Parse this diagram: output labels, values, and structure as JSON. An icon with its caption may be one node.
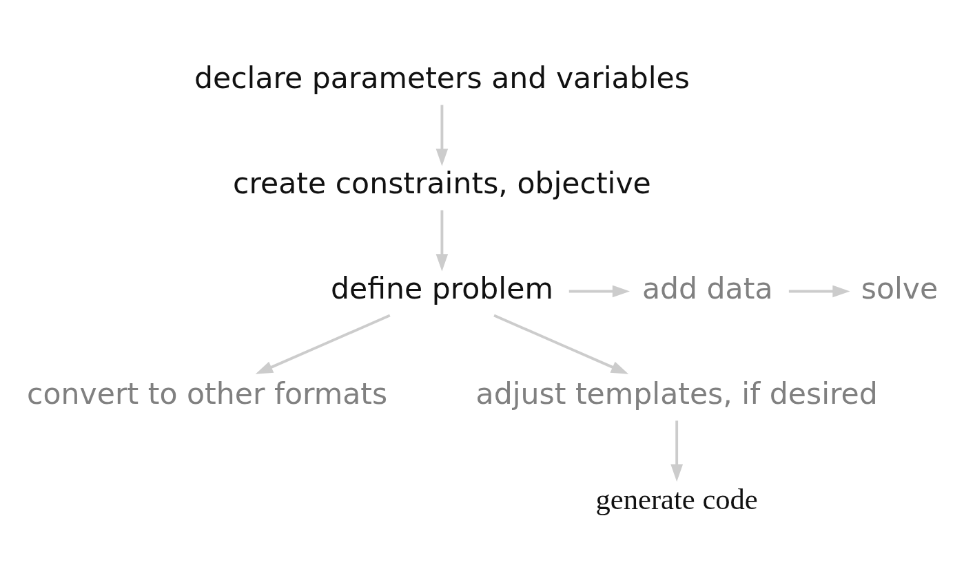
{
  "diagram": {
    "nodes": [
      {
        "text": [
          "declare parameters and variables"
        ]
      },
      {
        "text": [
          "create constraints, objective"
        ]
      },
      {
        "text": [
          "define problem"
        ]
      },
      {
        "text": [
          "add data"
        ]
      },
      {
        "text": [
          "solve"
        ]
      },
      {
        "text": [
          "convert to other formats"
        ]
      },
      {
        "text": [
          "adjust templates, if desired"
        ]
      },
      {
        "text": [
          "generate code"
        ]
      }
    ],
    "edges": [
      {
        "from": 0,
        "to": 1,
        "arrow": "to"
      },
      {
        "from": 1,
        "to": 2,
        "arrow": "to"
      },
      {
        "from": 2,
        "to": 3,
        "arrow": "to"
      },
      {
        "from": 3,
        "to": 4,
        "arrow": "to"
      },
      {
        "from": 2,
        "to": 5,
        "arrow": "to"
      },
      {
        "from": 2,
        "to": 6,
        "arrow": "to"
      },
      {
        "from": 6,
        "to": 7,
        "arrow": "to"
      }
    ]
  }
}
